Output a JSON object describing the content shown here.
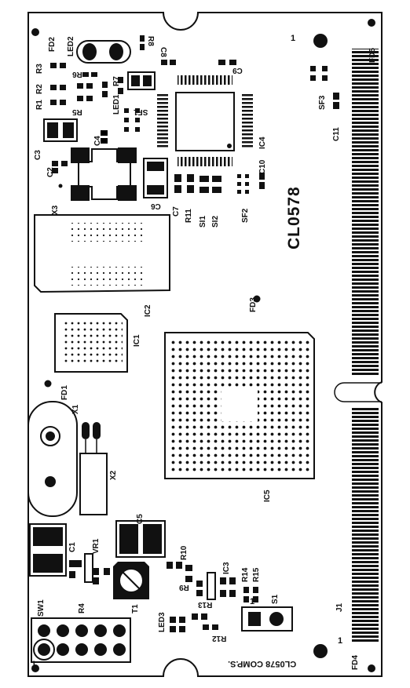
{
  "board_id": "CL0578",
  "footer_text": "CL0578 COMP.S.",
  "fiducials": [
    "FD1",
    "FD2",
    "FD3",
    "FD4",
    "FD5"
  ],
  "pin1_markers": [
    "1",
    "1",
    "1",
    "1"
  ],
  "references": {
    "R1": "R1",
    "R2": "R2",
    "R3": "R3",
    "R4": "R4",
    "R5": "R5",
    "R6": "R6",
    "R7": "R7",
    "R8": "R8",
    "R9": "R9",
    "R10": "R10",
    "R11": "R11",
    "R12": "R12",
    "R13": "R13",
    "R14": "R14",
    "R15": "R15",
    "C1": "C1",
    "C2": "C2",
    "C3": "C3",
    "C4": "C4",
    "C5": "C5",
    "C6": "C6",
    "C7": "C7",
    "C8": "C8",
    "C9": "C9",
    "C10": "C10",
    "C11": "C11",
    "IC1": "IC1",
    "IC2": "IC2",
    "IC3": "IC3",
    "IC4": "IC4",
    "IC5": "IC5",
    "LED1": "LED1",
    "LED2": "LED2",
    "LED3": "LED3",
    "SF1": "SF1",
    "SF2": "SF2",
    "SF3": "SF3",
    "SI1": "SI1",
    "SI2": "SI2",
    "X1": "X1",
    "X2": "X2",
    "X3": "X3",
    "SW1": "SW1",
    "S1": "S1",
    "T1": "T1",
    "VR1": "VR1",
    "J1": "J1"
  },
  "colors": {
    "ink": "#111111",
    "board": "#ffffff"
  }
}
